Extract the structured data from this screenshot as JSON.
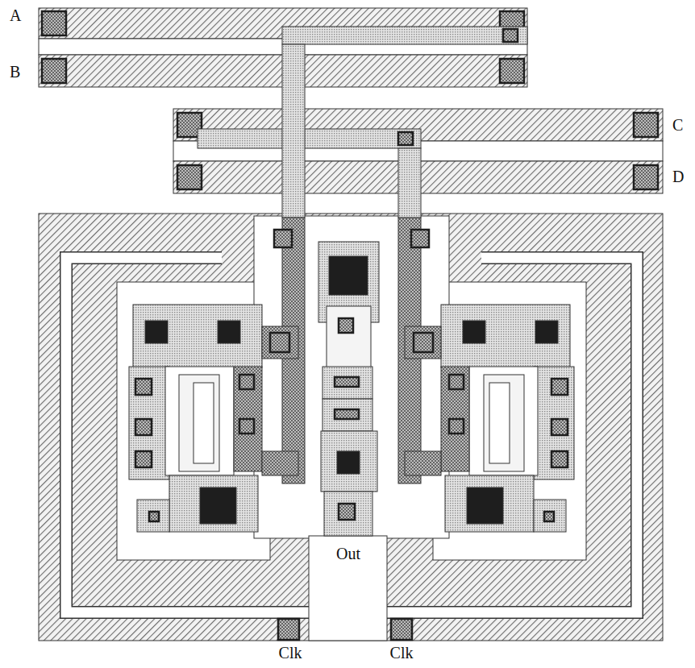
{
  "diagram": {
    "labels": [
      "A",
      "B",
      "C",
      "D",
      "Out",
      "Clk",
      "Clk"
    ]
  }
}
